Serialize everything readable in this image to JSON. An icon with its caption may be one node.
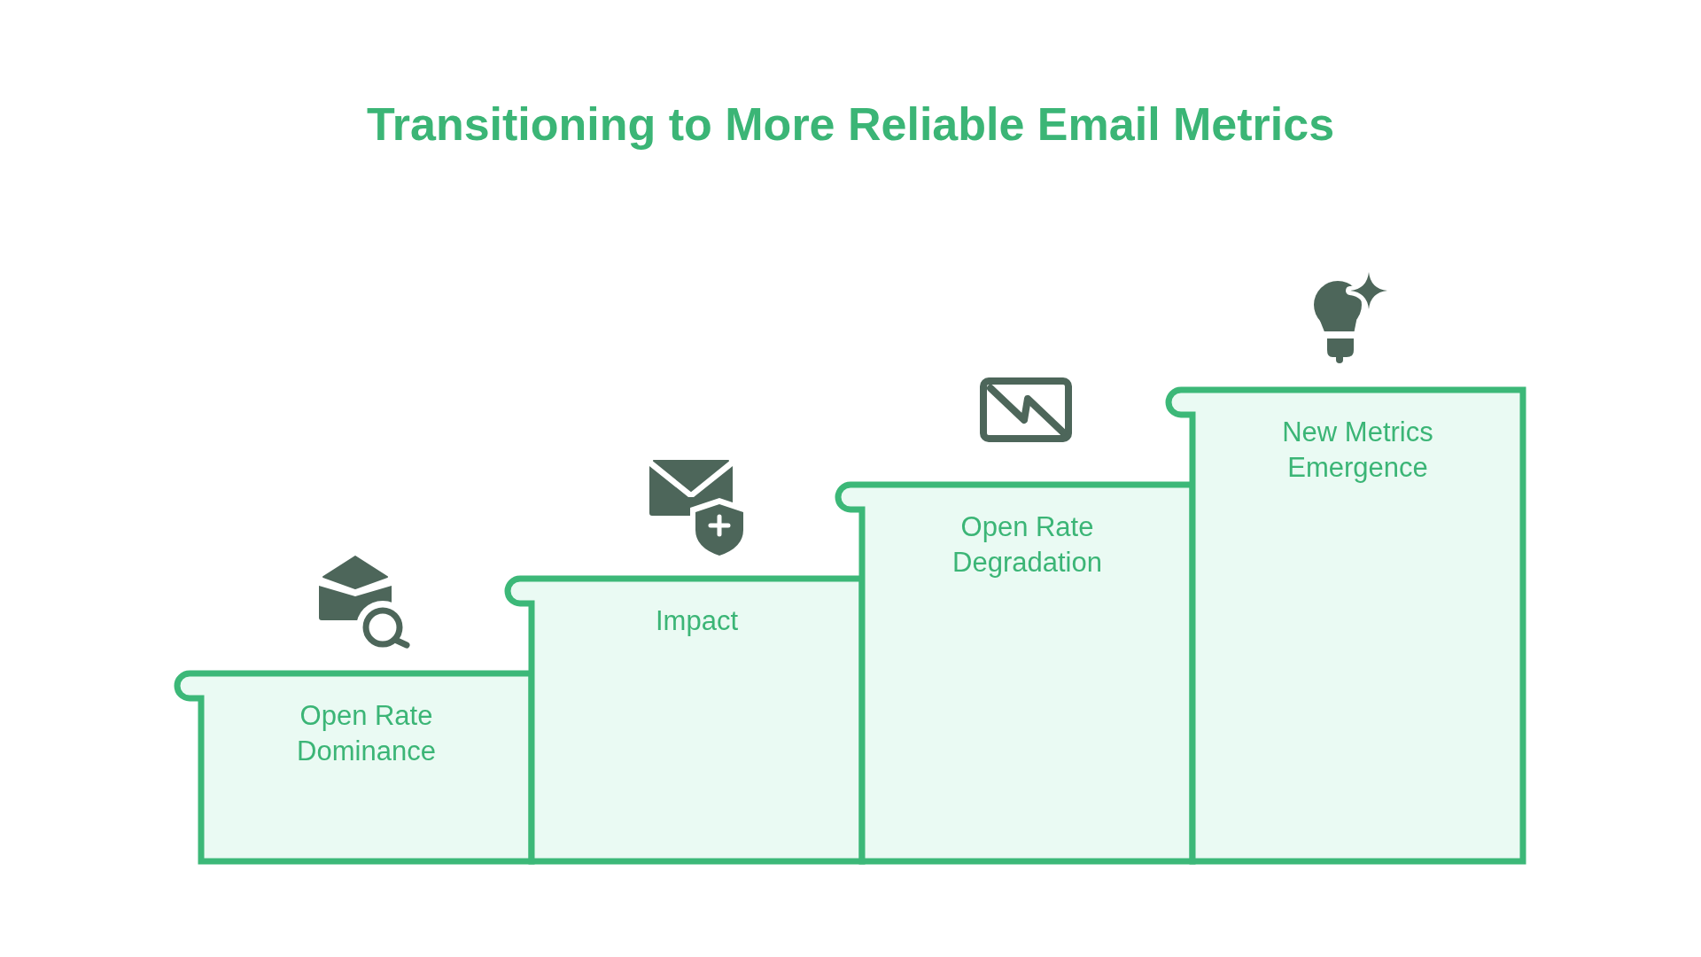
{
  "diagram": {
    "title": "Transitioning to More Reliable Email Metrics",
    "nodes": [
      {
        "text": [
          "Open Rate Dominance"
        ]
      },
      {
        "text": [
          "Impact"
        ]
      },
      {
        "text": [
          "Open Rate Degradation"
        ]
      },
      {
        "text": [
          "New Metrics Emergence"
        ]
      }
    ]
  }
}
